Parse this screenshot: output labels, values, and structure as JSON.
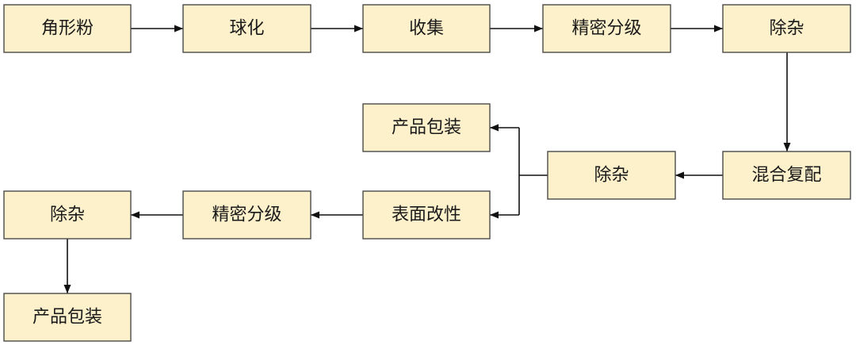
{
  "top_row": [
    "角形粉",
    "球化",
    "收集",
    "精密分级",
    "除杂"
  ],
  "middle": {
    "mix": "混合复配",
    "remove_impurities": "除杂",
    "package": "产品包装"
  },
  "bottom_row": [
    "表面改性",
    "精密分级",
    "除杂"
  ],
  "final": "产品包装",
  "colors": {
    "box_fill": "#FDF1CB",
    "box_stroke": "#4a4a4a",
    "edge": "#111111"
  }
}
